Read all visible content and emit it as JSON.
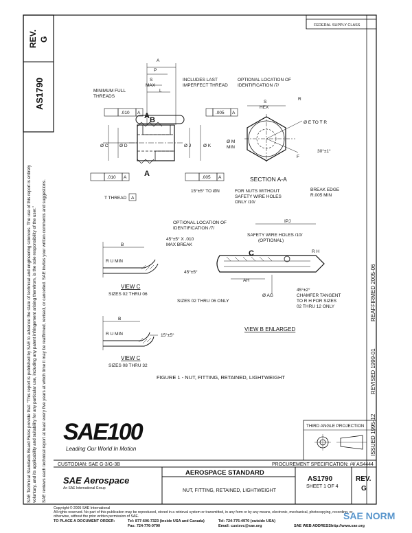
{
  "header": {
    "federal_supply_class": "FEDERAL SUPPLY CLASS"
  },
  "side": {
    "rev_label": "REV.",
    "rev_value": "G",
    "doc_number": "AS1790",
    "legal_line_1": "SAE Technical Standards Board Rules provide that: “This report is published by SAE to advance the state of technical and engineering sciences. The use of this report is entirely",
    "legal_line_2": "voluntary, and its applicability and suitability for any particular use, including any patent infringement arising therefrom, is the sole responsibility of the user.”",
    "legal_line_3": "SAE reviews each technical report at least every five years at which time it may be reaffirmed, revised, or cancelled. SAE invites your written comments and suggestions.",
    "history": [
      "ISSUED 1995-12",
      "REVISED 1999-01",
      "REAFFIRMED 2005-06"
    ]
  },
  "figure": {
    "caption": "FIGURE 1 - NUT, FITTING, RETAINED, LIGHTWEIGHT",
    "labels": {
      "includes_last": "INCLUDES LAST",
      "imperfect_thread": "IMPERFECT THREAD",
      "min_full": "MINIMUM FULL",
      "threads": "THREADS",
      "opt_loc_1": "OPTIONAL LOCATION OF",
      "opt_loc_2": "IDENTIFICATION /7/",
      "s_max": "MAX",
      "s": "S",
      "a": "A",
      "p": "P",
      "l": "L",
      "b": "B",
      "a_lower": "A",
      "dim_010": ".010",
      "dim_005": ".005",
      "datum_a": "A",
      "phi_c": "Ø C",
      "phi_d": "Ø D",
      "phi_j": "Ø J",
      "phi_k": "Ø K",
      "phi_m": "Ø M",
      "min": "MIN",
      "s_hex": "S",
      "hex": "HEX",
      "r": "R",
      "phi_e": "Ø E TO Ŧ R",
      "angle_30": "30°±1°",
      "f": "F",
      "section": "SECTION A-A",
      "break_edge_1": "BREAK EDGE",
      "break_edge_2": "R.005 MIN",
      "nuts_1": "FOR NUTS WITHOUT",
      "nuts_2": "SAFETY WIRE HOLES",
      "nuts_3": "ONLY /10/",
      "angle_15": "15°±5° TO ØN",
      "t_thread": "T THREAD",
      "ipj": "IPJ",
      "max_break_1": "45°±5° X .010",
      "max_break_2": "MAX BREAK",
      "safety_1": "SAFETY WIRE HOLES /10/",
      "safety_2": "(OPTIONAL)",
      "c": "C",
      "rh": "R H",
      "r_u_min": "R U MIN",
      "angle_45": "45°±5°",
      "ah": "AH",
      "phi_ag": "Ø AG",
      "view_c": "VIEW C",
      "sizes_02_06": "SIZES 02 THRU 06",
      "sizes_02_06_only": "SIZES 02 THRU 06 ONLY",
      "chamfer_1": "45°±2°",
      "chamfer_2": "CHAMFER TANGENT",
      "chamfer_3": "TO R H FOR SIZES",
      "chamfer_4": "02 THRU 12 ONLY",
      "view_b": "VIEW B ENLARGED",
      "b2": "B",
      "r_u_min_2": "R U MIN",
      "angle_15b": "15°±5°",
      "view_c2": "VIEW C",
      "sizes_08_32": "SIZES 08 THRU 32"
    }
  },
  "logo": {
    "text": "SAE100",
    "tagline": "Leading Our World In Motion"
  },
  "projection": {
    "title": "THIRD ANGLE PROJECTION"
  },
  "title_block": {
    "custodian": "CUSTODIAN:  SAE G-3/G-3B",
    "procurement": "PROCUREMENT SPECIFICATION: /4/ AS4444",
    "brand": "SAE Aerospace",
    "brand_sub": "An SAE International Group",
    "standard": "AEROSPACE STANDARD",
    "title": "NUT, FITTING, RETAINED, LIGHTWEIGHT",
    "doc_number": "AS1790",
    "sheet": "SHEET 1 OF 4",
    "rev_label": "REV.",
    "rev_value": "G"
  },
  "footer": {
    "copyright": "Copyright © 2005 SAE International",
    "rights_1": "All rights reserved. No part of this publication may be reproduced, stored in a retrieval system or transmitted, in any form or by any means, electronic, mechanical, photocopying, recording, or",
    "rights_2": "otherwise, without the prior written permission of SAE.",
    "order_label": "TO PLACE A DOCUMENT ORDER:",
    "tel_1": "Tel:  877-606-7323 (inside USA and Canada)",
    "fax": "Fax:  724-776-0790",
    "tel_2": "Tel:  724-776-4970 (outside USA)",
    "email": "Email:  custsvc@sae.org",
    "web_label": "SAE WEB ADDRESS:",
    "web": "http://www.sae.org",
    "watermark": "SAE NORM"
  }
}
